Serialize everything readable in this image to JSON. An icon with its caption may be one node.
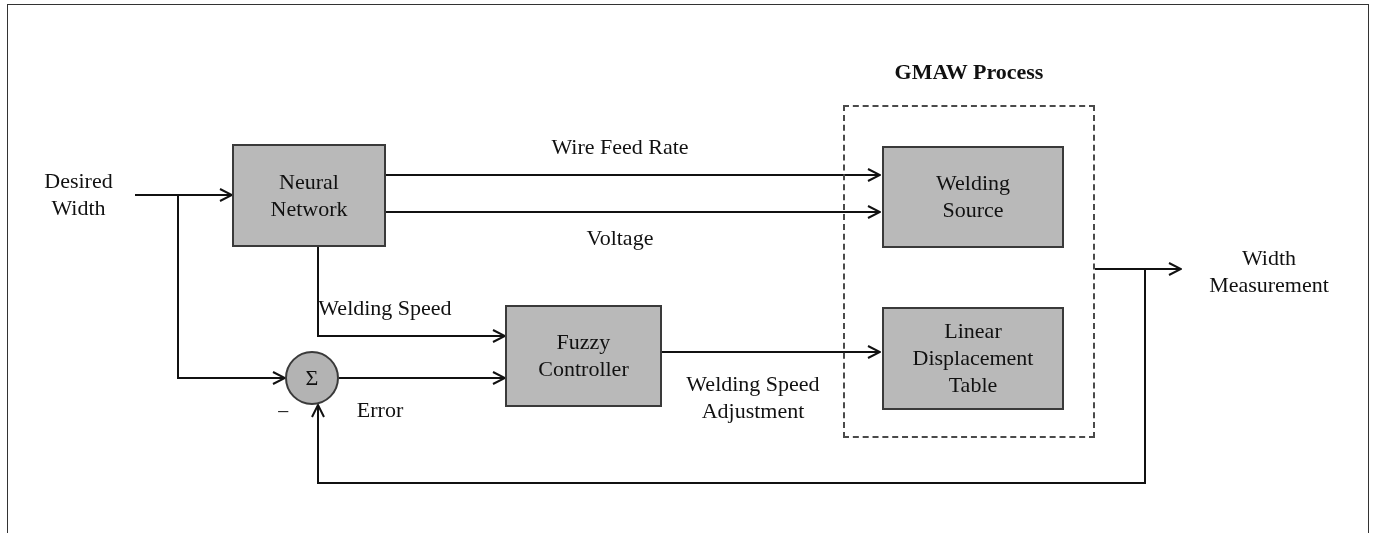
{
  "diagram": {
    "nodes": [
      {
        "text": [
          "Desired Width"
        ]
      },
      {
        "text": [
          "Neural Network"
        ]
      },
      {
        "text": [
          "GMAW Process"
        ]
      },
      {
        "text": [
          "Welding Source"
        ],
        "in": 2
      },
      {
        "text": [
          "Linear Displacement Table"
        ],
        "in": 2
      },
      {
        "text": [
          "Fuzzy Controller"
        ]
      },
      {
        "text": [
          "Σ"
        ],
        "beside": [
          "−"
        ]
      },
      {
        "text": [
          "Width Measurement"
        ]
      }
    ],
    "edges": [
      {
        "from": 0,
        "to": 1,
        "arrow": "to"
      },
      {
        "from": 0,
        "to": 6,
        "arrow": "to"
      },
      {
        "from": 1,
        "to": 3,
        "arrow": "to",
        "label": "Wire Feed Rate"
      },
      {
        "from": 1,
        "to": 3,
        "arrow": "to",
        "label": "Voltage"
      },
      {
        "from": 1,
        "to": 5,
        "arrow": "to",
        "label": "Welding Speed"
      },
      {
        "from": 6,
        "to": 5,
        "arrow": "to",
        "label": "Error"
      },
      {
        "from": 5,
        "to": 4,
        "arrow": "to",
        "label": "Welding Speed Adjustment"
      },
      {
        "from": 2,
        "to": 7,
        "arrow": "to"
      },
      {
        "from": 2,
        "to": 6,
        "arrow": "to"
      }
    ]
  }
}
